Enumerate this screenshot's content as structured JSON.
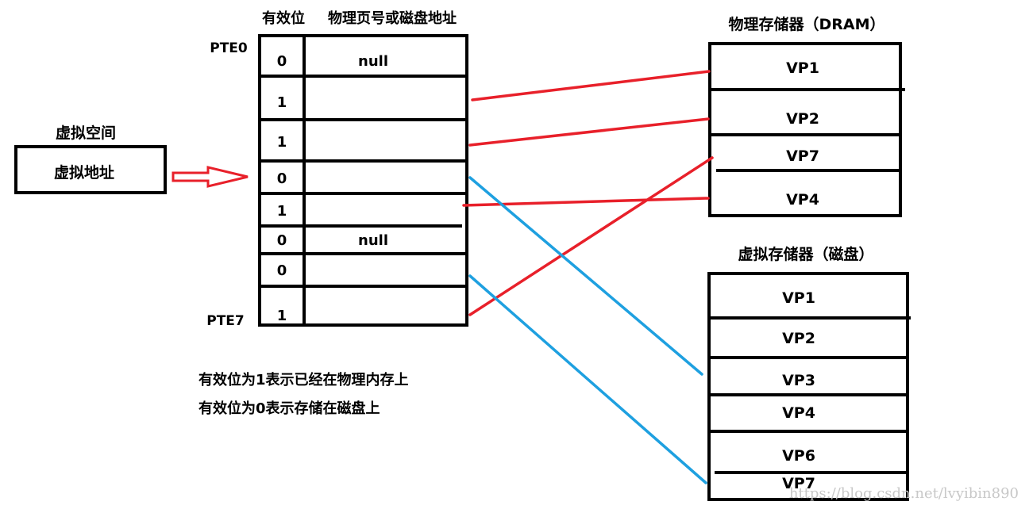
{
  "virtual_space": {
    "title": "虚拟空间",
    "address_label": "虚拟地址"
  },
  "page_table": {
    "header_valid": "有效位",
    "header_ppn": "物理页号或磁盘地址",
    "first_label": "PTE0",
    "last_label": "PTE7",
    "rows": [
      {
        "valid": "0",
        "addr": "null"
      },
      {
        "valid": "1",
        "addr": ""
      },
      {
        "valid": "1",
        "addr": ""
      },
      {
        "valid": "0",
        "addr": ""
      },
      {
        "valid": "1",
        "addr": ""
      },
      {
        "valid": "0",
        "addr": "null"
      },
      {
        "valid": "0",
        "addr": ""
      },
      {
        "valid": "1",
        "addr": ""
      }
    ]
  },
  "dram": {
    "title": "物理存储器（DRAM）",
    "pages": [
      "VP1",
      "VP2",
      "VP7",
      "VP4"
    ]
  },
  "disk": {
    "title": "虚拟存储器（磁盘）",
    "pages": [
      "VP1",
      "VP2",
      "VP3",
      "VP4",
      "VP6",
      "VP7"
    ]
  },
  "notes": [
    "有效位为1表示已经在物理内存上",
    "有效位为0表示存储在磁盘上"
  ],
  "watermark": "https://blog.csdn.net/lvyibin890",
  "colors": {
    "dram_link": "#e8202a",
    "disk_link": "#1ea0e0",
    "arrow": "#e8202a"
  }
}
